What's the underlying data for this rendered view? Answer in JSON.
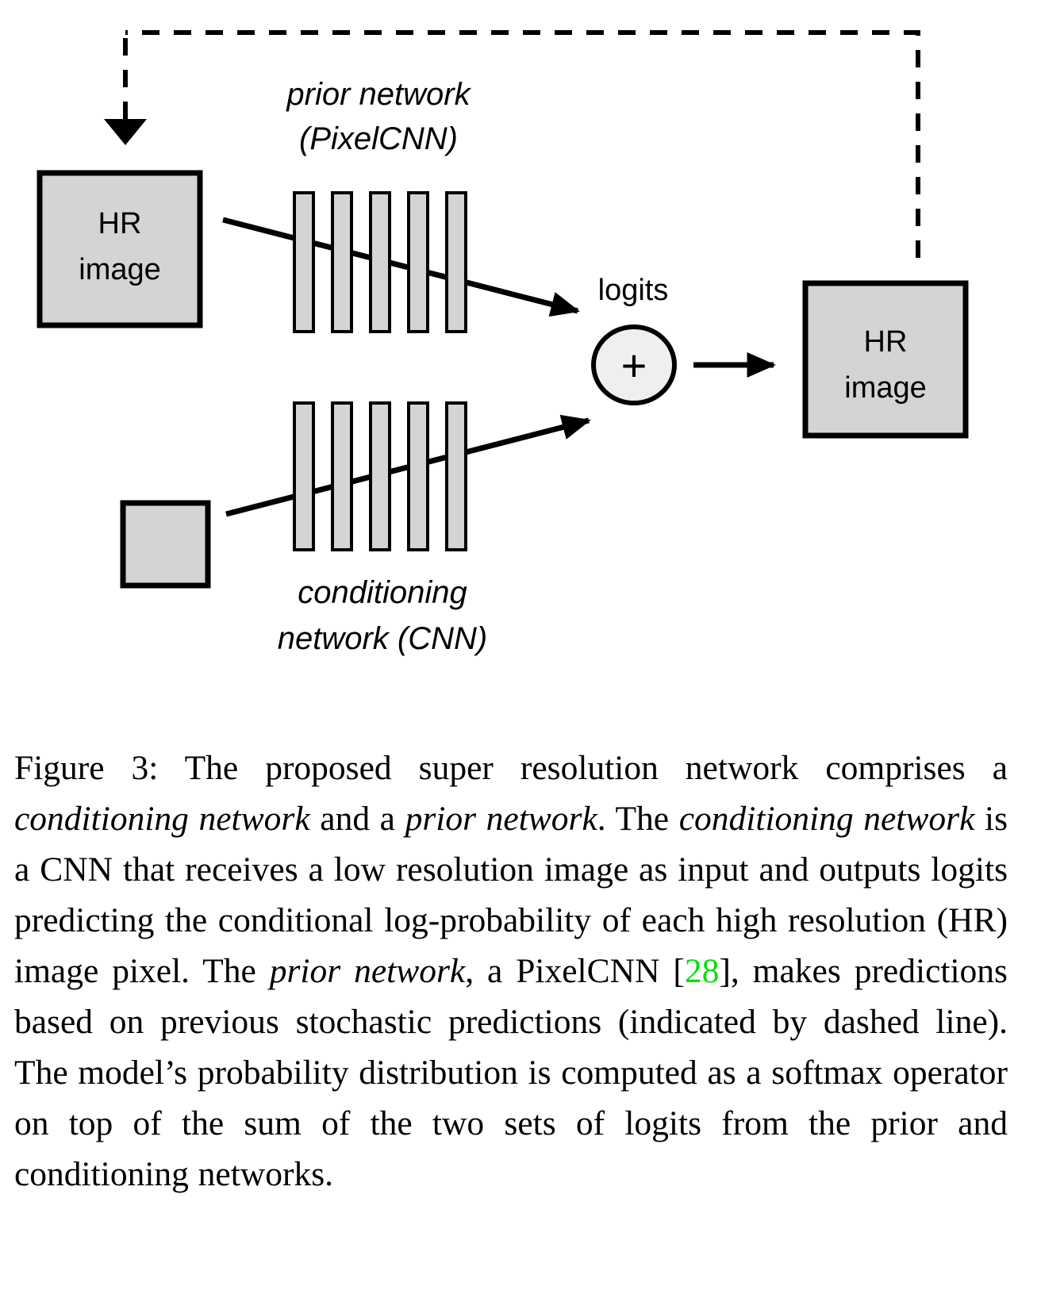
{
  "figure": {
    "diagram": {
      "prior_network_label_line1": "prior network",
      "prior_network_label_line2": "(PixelCNN)",
      "conditioning_network_label_line1": "conditioning",
      "conditioning_network_label_line2": "network (CNN)",
      "hr_image_input_line1": "HR",
      "hr_image_input_line2": "image",
      "hr_image_output_line1": "HR",
      "hr_image_output_line2": "image",
      "logits_label": "logits",
      "sum_operator_symbol": "+",
      "lr_image_label": "",
      "prior_layer_count": 5,
      "conditioning_layer_count": 5,
      "colors": {
        "box_fill": "#d4d4d4",
        "box_stroke": "#000000",
        "layer_fill": "#d4d4d4",
        "sum_fill": "#efefef",
        "line": "#000000",
        "background": "#ffffff"
      }
    },
    "caption": {
      "label": "Figure 3:",
      "citation": "28",
      "parts": [
        {
          "t": "Figure 3:",
          "style": "plain"
        },
        {
          "t": "  The proposed super resolution network comprises a ",
          "style": "plain"
        },
        {
          "t": "conditioning network",
          "style": "italic"
        },
        {
          "t": " and a ",
          "style": "plain"
        },
        {
          "t": "prior network",
          "style": "italic"
        },
        {
          "t": ".  The ",
          "style": "plain"
        },
        {
          "t": "conditioning network",
          "style": "italic"
        },
        {
          "t": " is a CNN that receives a low resolution image as input and outputs logits predicting the conditional log-probability of each high resolution (HR) image pixel. The ",
          "style": "plain"
        },
        {
          "t": "prior network",
          "style": "italic"
        },
        {
          "t": ", a PixelCNN [",
          "style": "plain"
        },
        {
          "t": "28",
          "style": "cite"
        },
        {
          "t": "], makes predictions based on previous stochastic predictions (indicated by dashed line).  The model’s probability distribution is computed as a softmax operator on top of the sum of the two sets of logits from the prior and conditioning networks.",
          "style": "plain"
        }
      ],
      "full_text": "Figure 3:  The proposed super resolution network comprises a conditioning network and a prior network.  The conditioning network is a CNN that receives a low resolution image as input and outputs logits predicting the conditional log-probability of each high resolution (HR) image pixel. The prior network, a PixelCNN [28], makes predictions based on previous stochastic predictions (indicated by dashed line).  The model’s probability distribution is computed as a softmax operator on top of the sum of the two sets of logits from the prior and conditioning networks."
    }
  }
}
